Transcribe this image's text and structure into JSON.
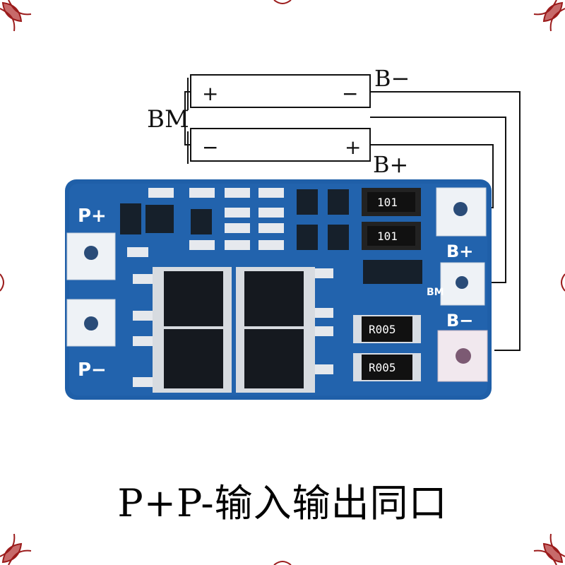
{
  "diagram": {
    "battery_top": {
      "left_sign": "+",
      "right_sign": "−"
    },
    "battery_bottom": {
      "left_sign": "−",
      "right_sign": "+"
    },
    "label_bm": "BM",
    "label_b_minus": "B−",
    "label_b_plus": "B+"
  },
  "board": {
    "pad_p_plus": "P+",
    "pad_p_minus": "P−",
    "pad_b_plus": "B+",
    "pad_bm": "BM",
    "pad_b_minus": "B−",
    "resistor_1": "101",
    "resistor_2": "101",
    "shunt_1": "R005",
    "shunt_2": "R005"
  },
  "caption": "P+P-输入输出同口",
  "colors": {
    "border": "#9b1b1b",
    "pcb": "#1f5fa8",
    "pad": "#eef2f6"
  }
}
